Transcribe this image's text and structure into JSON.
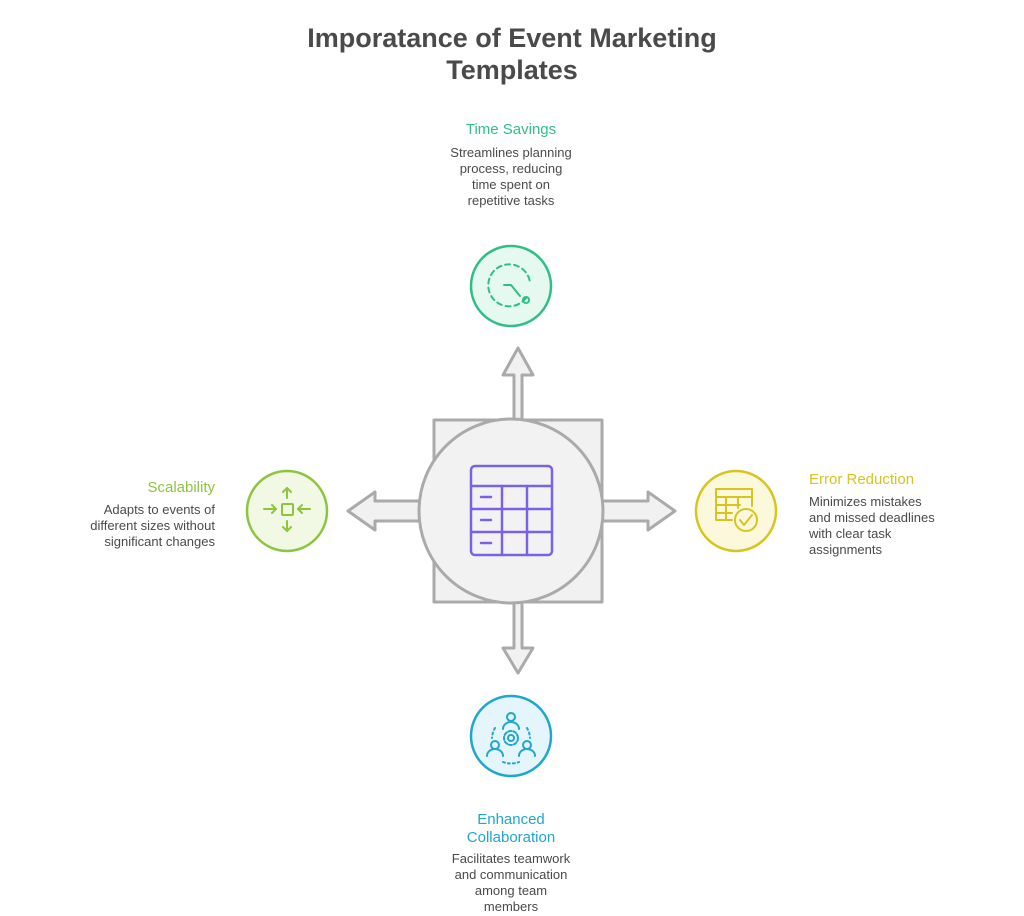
{
  "title": {
    "line1": "Imporatance of Event Marketing",
    "line2": "Templates"
  },
  "center": {
    "icon": "table-icon",
    "color": "#7b61e8"
  },
  "nodes": {
    "top": {
      "label": "Time Savings",
      "color": "#2fbf86",
      "icon": "timer-icon",
      "desc": [
        "Streamlines planning",
        "process, reducing",
        "time spent on",
        "repetitive tasks"
      ]
    },
    "right": {
      "label": "Error Reduction",
      "color": "#d9c41e",
      "icon": "task-check-icon",
      "desc": [
        "Minimizes mistakes",
        "and missed deadlines",
        "with clear task",
        "assignments"
      ]
    },
    "bottom": {
      "label_line1": "Enhanced",
      "label_line2": "Collaboration",
      "color": "#1fa7cf",
      "icon": "team-gear-icon",
      "desc": [
        "Facilitates teamwork",
        "and communication",
        "among team",
        "members"
      ]
    },
    "left": {
      "label": "Scalability",
      "color": "#8cc63f",
      "icon": "scale-arrows-icon",
      "desc": [
        "Adapts to events of",
        "different sizes without",
        "significant changes"
      ]
    }
  }
}
